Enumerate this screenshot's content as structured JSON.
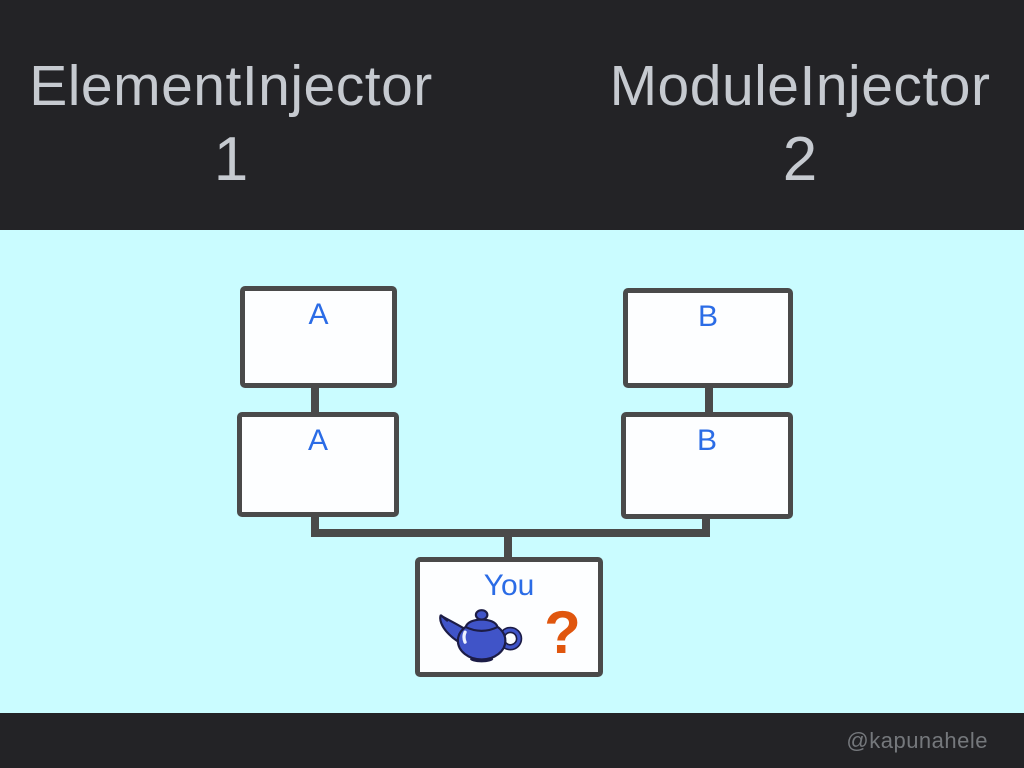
{
  "header": {
    "left": {
      "title": "ElementInjector",
      "number": "1"
    },
    "right": {
      "title": "ModuleInjector",
      "number": "2"
    }
  },
  "diagram": {
    "nodes": {
      "left_parent": "A",
      "left_child": "A",
      "right_parent": "B",
      "right_child": "B",
      "you": "You"
    },
    "question_mark": "?",
    "teapot_icon": "teapot-icon"
  },
  "footer": {
    "handle": "@kapunahele"
  },
  "colors": {
    "band_background": "#232326",
    "canvas_background": "#cafcff",
    "box_border": "#4a4a4a",
    "box_fill": "#fdfeff",
    "label_blue": "#2b6ce6",
    "title_gray": "#c6cad0",
    "footer_gray": "#75787c",
    "question_orange": "#e0560e",
    "teapot_fill": "#4054c8",
    "teapot_outline": "#1c1c46"
  }
}
